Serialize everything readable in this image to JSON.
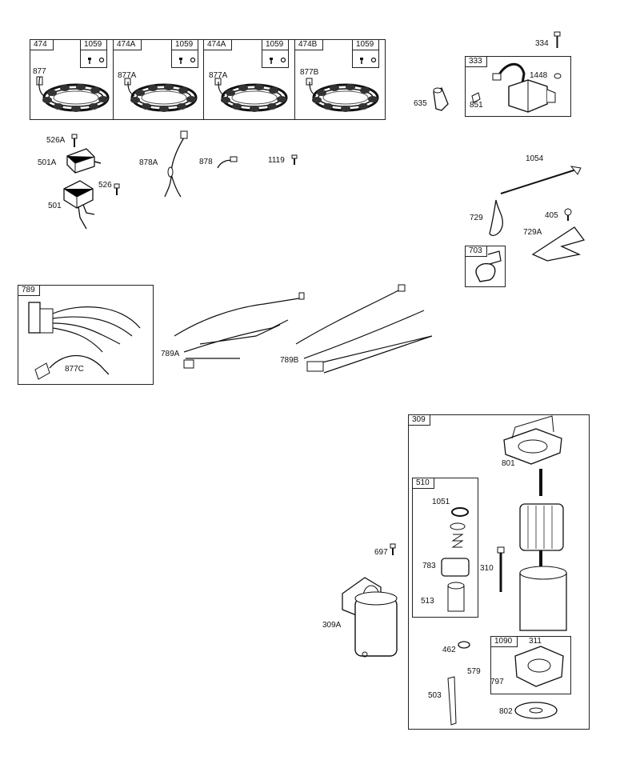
{
  "kits": {
    "k474": "474",
    "k474a_1": "474A",
    "k474a_2": "474A",
    "k474b": "474B",
    "k1059_1": "1059",
    "k1059_2": "1059",
    "k1059_3": "1059",
    "k1059_4": "1059",
    "k333": "333",
    "k703": "703",
    "k789": "789",
    "k309": "309",
    "k510": "510",
    "k1090": "1090"
  },
  "parts": {
    "p877": "877",
    "p877a_1": "877A",
    "p877a_2": "877A",
    "p877b": "877B",
    "p334": "334",
    "p1448": "1448",
    "p851": "851",
    "p635": "635",
    "p526a": "526A",
    "p501a": "501A",
    "p526": "526",
    "p501": "501",
    "p878a": "878A",
    "p878": "878",
    "p1119": "1119",
    "p1054": "1054",
    "p729": "729",
    "p405": "405",
    "p729a": "729A",
    "p877c": "877C",
    "p789a": "789A",
    "p789b": "789B",
    "p801": "801",
    "p1051": "1051",
    "p783": "783",
    "p310": "310",
    "p513": "513",
    "p697": "697",
    "p309a": "309A",
    "p462": "462",
    "p311": "311",
    "p579": "579",
    "p797": "797",
    "p503": "503",
    "p802": "802"
  }
}
